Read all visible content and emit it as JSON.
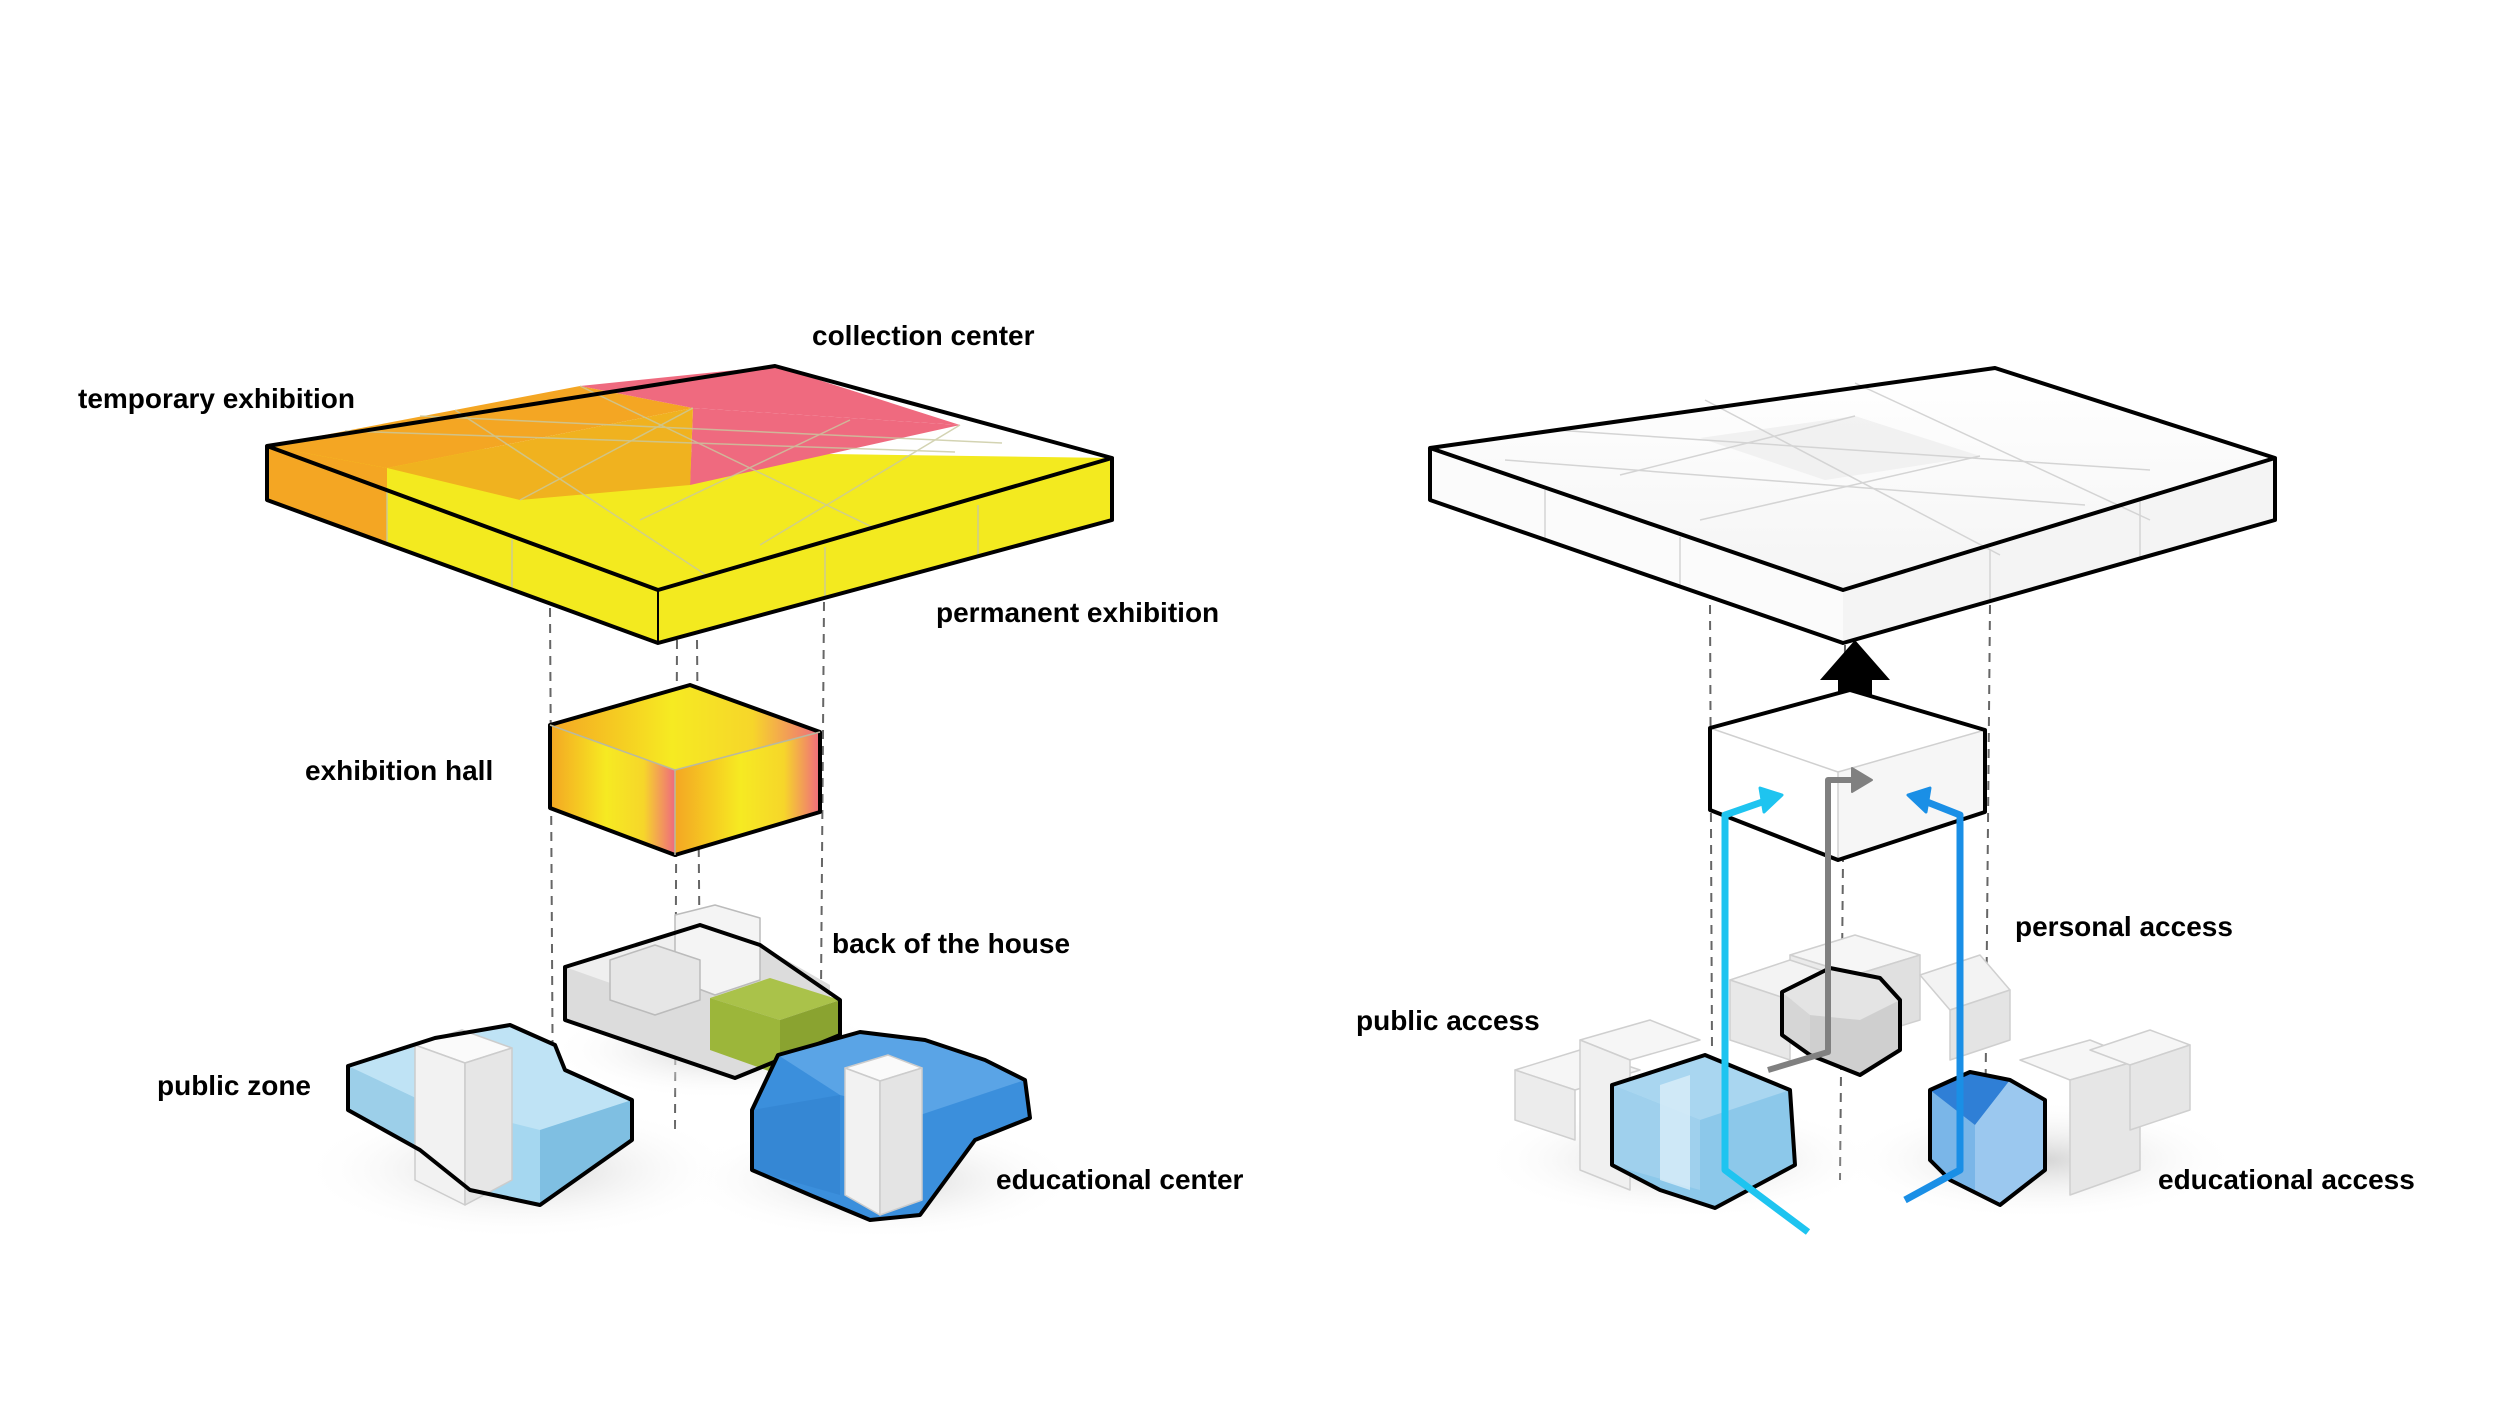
{
  "labels": {
    "collection_center": "collection center",
    "temporary_exhibition": "temporary exhibition",
    "permanent_exhibition": "permanent exhibition",
    "exhibition_hall": "exhibition hall",
    "back_of_the_house": "back of the house",
    "public_zone": "public zone",
    "educational_center": "educational center",
    "personal_access": "personal access",
    "public_access": "public access",
    "educational_access": "educational access"
  },
  "colors": {
    "temporary": "#f4a623",
    "collection": "#ef6a7f",
    "permanent": "#f3ea1f",
    "public_zone": "#8ccbeb",
    "educational": "#3b8fdc",
    "back_house": "#9cb63a",
    "massing_gray": "#e4e4e4",
    "public_arrow": "#1ec4f0",
    "edu_arrow": "#1a8fe6",
    "personal_arrow": "#808080"
  }
}
